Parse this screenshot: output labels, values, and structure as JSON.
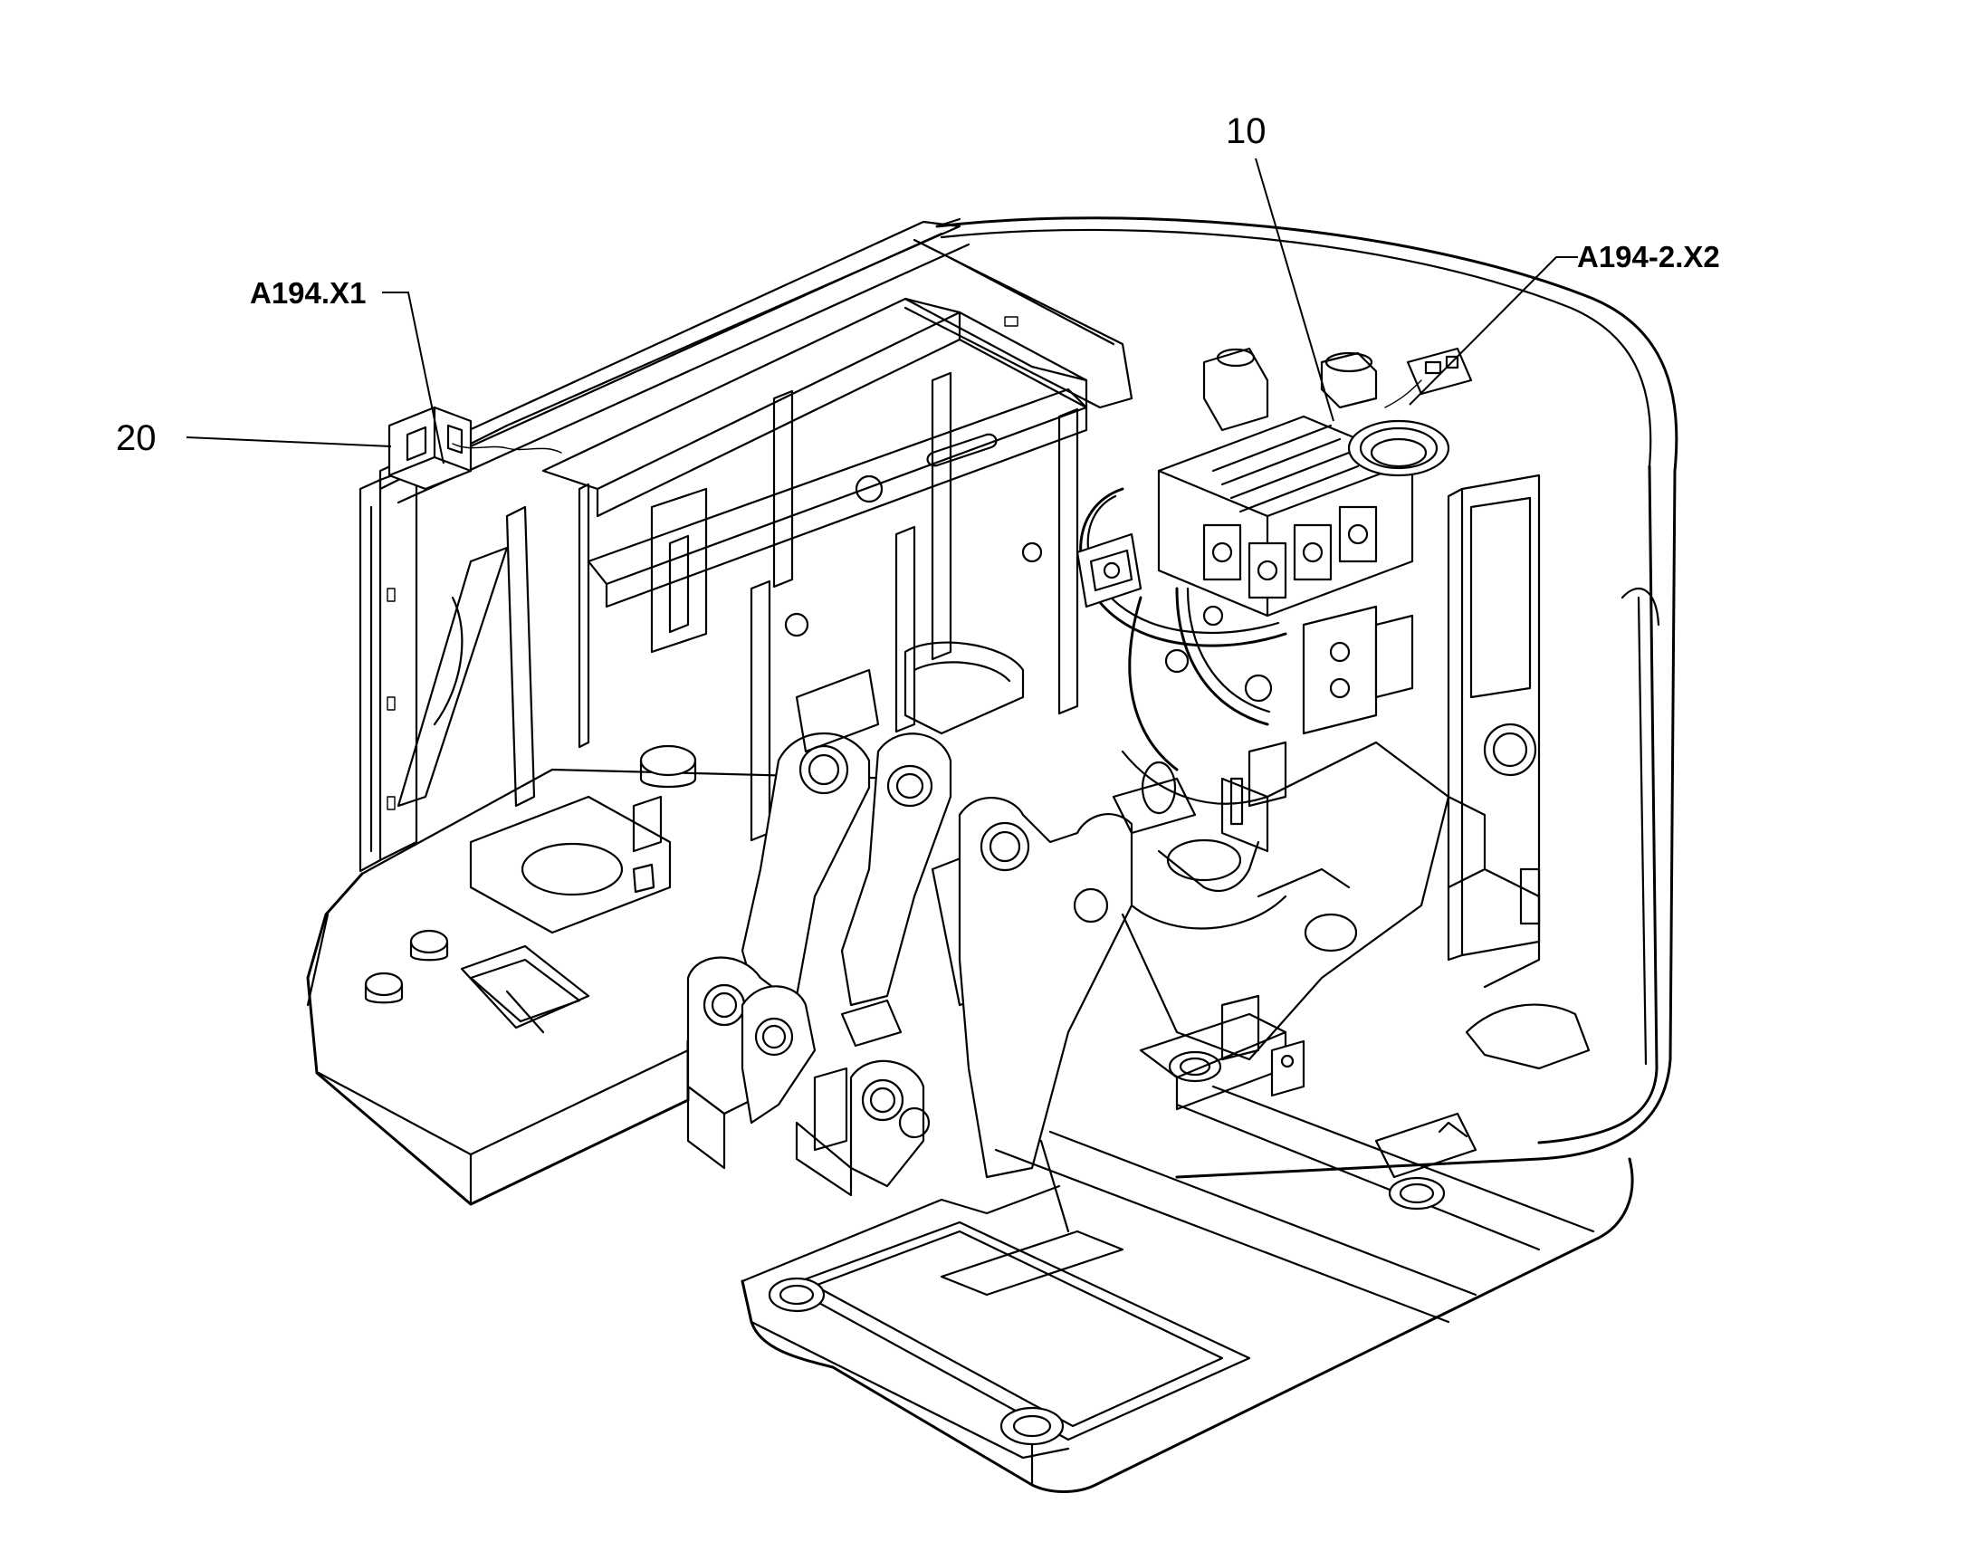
{
  "callouts": {
    "item_10": "10",
    "item_20": "20",
    "connector_a194_x1": "A194.X1",
    "connector_a194_2_x2": "A194-2.X2"
  }
}
